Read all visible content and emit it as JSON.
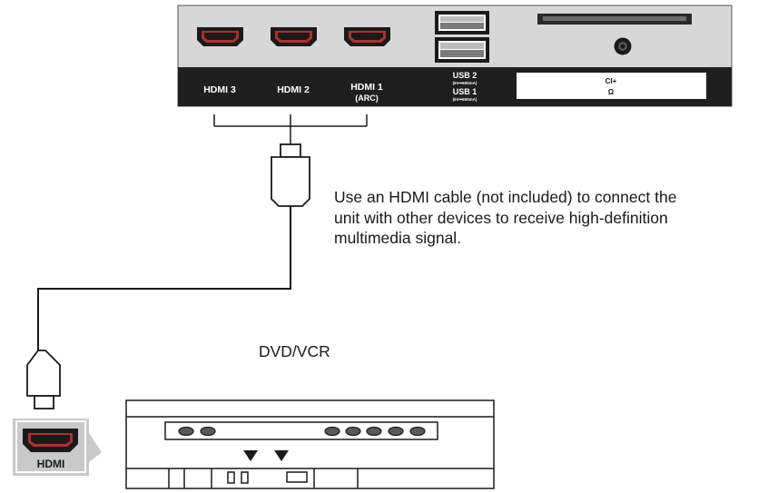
{
  "panel": {
    "ports": [
      {
        "label": "HDMI 3",
        "sub": ""
      },
      {
        "label": "HDMI 2",
        "sub": ""
      },
      {
        "label": "HDMI 1",
        "sub": "(ARC)"
      }
    ],
    "usb2_label": "USB 2",
    "usb2_spec": "(5V⎓500mA)",
    "usb1_label": "USB 1",
    "usb1_spec": "(5V⎓500mA)",
    "ci_label": "CI+",
    "headphone_symbol": "Ω"
  },
  "description": {
    "lines": [
      "Use an HDMI cable (not included) to connect the",
      "unit with other devices to receive high-definition",
      "multimedia signal."
    ]
  },
  "device": {
    "label": "DVD/VCR",
    "badge_label": "HDMI"
  },
  "colors": {
    "panel_bg": "#d7d7d7",
    "panel_strip": "#1f1f1f",
    "badge_bg": "#c9c9c9"
  }
}
